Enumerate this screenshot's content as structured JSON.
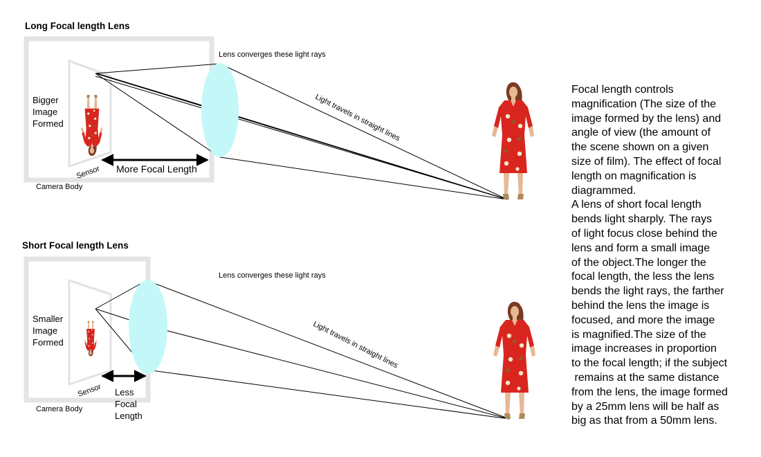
{
  "top_panel": {
    "title": "Long Focal length Lens",
    "lens_label": "Lens converges these light rays",
    "ray_label": "Light travels in straight lines",
    "image_label": [
      "Bigger",
      "Image",
      "Formed"
    ],
    "sensor_label": "Sensor",
    "focal_label": [
      "More Focal Length"
    ],
    "body_label": "Camera Body"
  },
  "bottom_panel": {
    "title": "Short Focal length Lens",
    "lens_label": "Lens converges these light rays",
    "ray_label": "Light travels in straight lines",
    "image_label": [
      "Smaller",
      "Image",
      "Formed"
    ],
    "sensor_label": "Sensor",
    "focal_label": [
      "Less",
      "Focal",
      "Length"
    ],
    "body_label": "Camera Body"
  },
  "description_lines": [
    "Focal length controls",
    "magnification (The size of the",
    "image formed by the lens) and",
    "angle of view (the amount of",
    "the scene shown on a given",
    "size of film). The effect of focal",
    "length on magnification is",
    "diagrammed.",
    "A lens of short focal length",
    "bends light sharply. The rays",
    "of light focus close behind the",
    "lens and form a small image",
    "of the object.The longer the",
    "focal length, the less the lens",
    "bends the light rays, the farther",
    "behind the lens the image is",
    "focused, and more the image",
    "is magnified.The size of the",
    "image increases in proportion",
    "to the focal length; if the subject",
    " remains at the same distance",
    "from the lens, the image formed",
    "by a 25mm lens will be half as",
    "big as that from a 50mm lens."
  ],
  "colors": {
    "lens": "#c4f8f8",
    "camera_body": "#e4e4e4",
    "dress": "#d8261f",
    "skin": "#e7b896",
    "hair": "#7a3b22"
  }
}
